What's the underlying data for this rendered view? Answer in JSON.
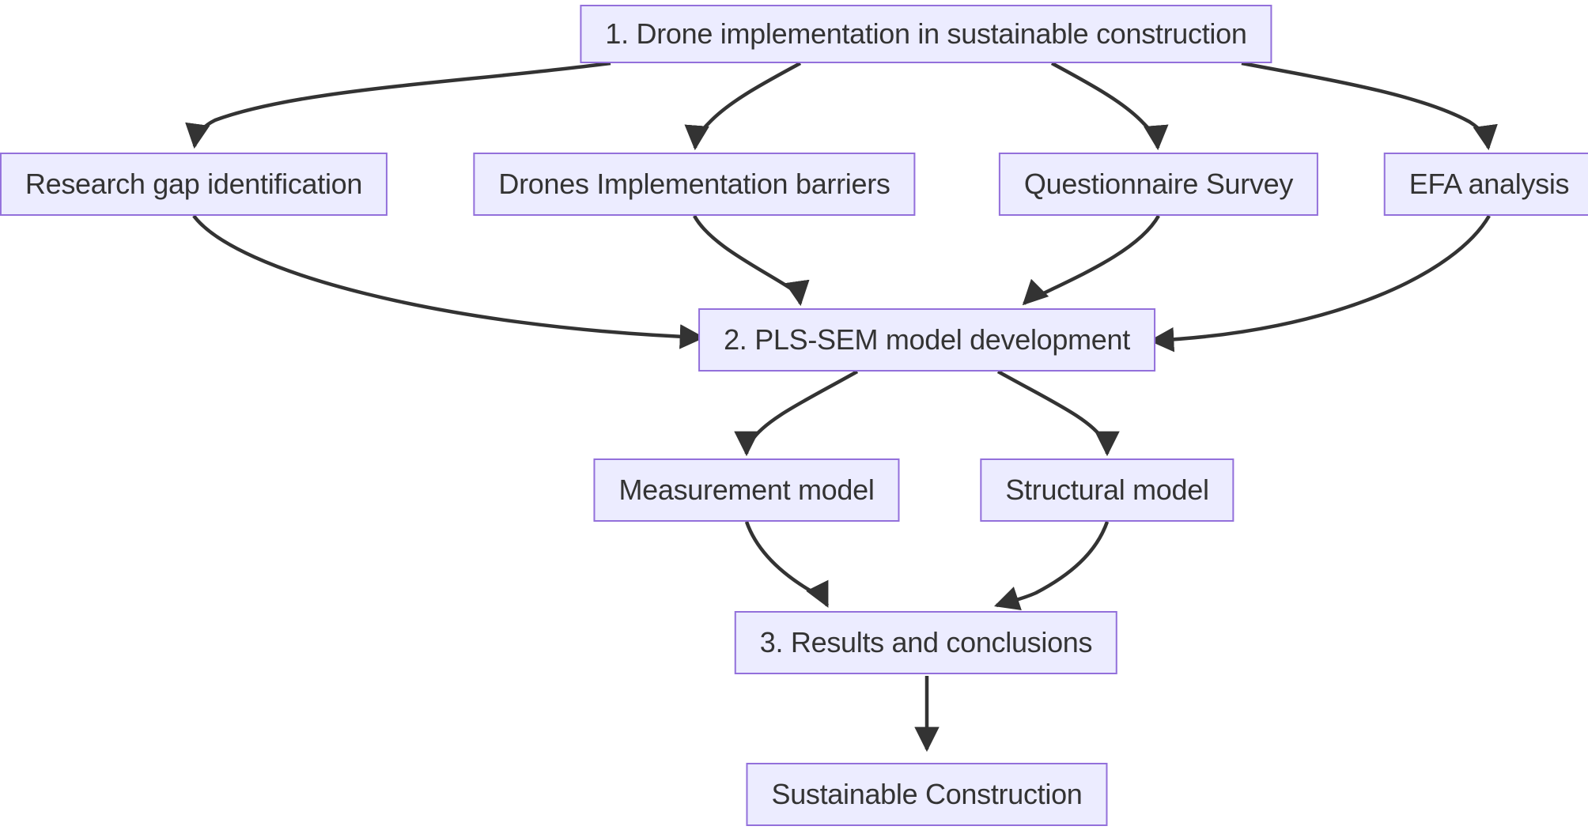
{
  "diagram": {
    "type": "flowchart",
    "background": "#FFFFFF",
    "colors": {
      "node_fill": "#ECECFF",
      "node_border": "#9370DB",
      "text": "#333333",
      "arrow": "#333333"
    },
    "nodes": {
      "drone_implementation": {
        "label": "1. Drone implementation in sustainable construction"
      },
      "research_gap": {
        "label": "Research gap identification"
      },
      "drone_barriers": {
        "label": "Drones Implementation barriers"
      },
      "questionnaire_survey": {
        "label": "Questionnaire Survey"
      },
      "efa_analysis": {
        "label": "EFA analysis"
      },
      "pls_sem": {
        "label": "2. PLS-SEM model development"
      },
      "measurement_model": {
        "label": "Measurement model"
      },
      "structural_model": {
        "label": "Structural model"
      },
      "results_conclusions": {
        "label": "3. Results and conclusions"
      },
      "sustainable_construction": {
        "label": "Sustainable Construction"
      }
    },
    "edges": [
      {
        "from": "drone_implementation",
        "to": "research_gap"
      },
      {
        "from": "drone_implementation",
        "to": "drone_barriers"
      },
      {
        "from": "drone_implementation",
        "to": "questionnaire_survey"
      },
      {
        "from": "drone_implementation",
        "to": "efa_analysis"
      },
      {
        "from": "research_gap",
        "to": "pls_sem"
      },
      {
        "from": "drone_barriers",
        "to": "pls_sem"
      },
      {
        "from": "questionnaire_survey",
        "to": "pls_sem"
      },
      {
        "from": "efa_analysis",
        "to": "pls_sem"
      },
      {
        "from": "pls_sem",
        "to": "measurement_model"
      },
      {
        "from": "pls_sem",
        "to": "structural_model"
      },
      {
        "from": "measurement_model",
        "to": "results_conclusions"
      },
      {
        "from": "structural_model",
        "to": "results_conclusions"
      },
      {
        "from": "results_conclusions",
        "to": "sustainable_construction"
      }
    ]
  }
}
